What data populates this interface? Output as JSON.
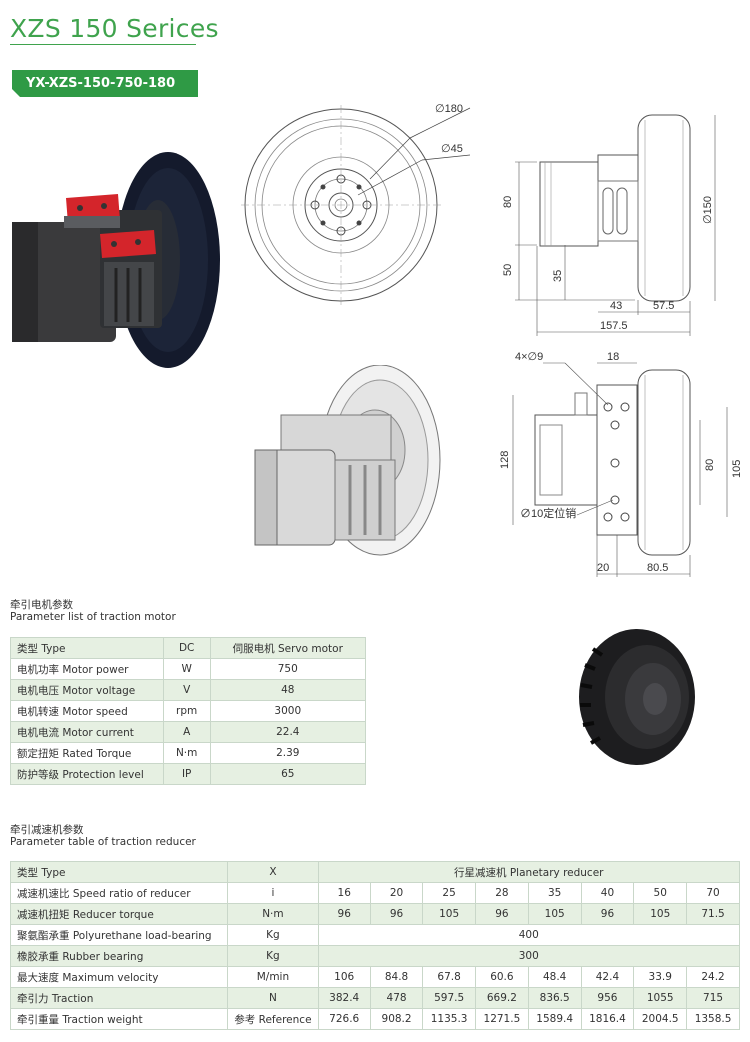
{
  "header": {
    "title": "XZS 150 Serices",
    "model": "YX-XZS-150-750-180"
  },
  "drawing": {
    "dia_180": "∅180",
    "dia_45": "∅45",
    "dia_150": "∅150",
    "d_80_a": "80",
    "d_50": "50",
    "d_35": "35",
    "d_43": "43",
    "d_57_5": "57.5",
    "d_157_5": "157.5",
    "holes": "4×∅9",
    "d_18": "18",
    "d_128": "128",
    "d_80_b": "80",
    "d_105": "105",
    "pin": "∅10定位销",
    "d_20": "20",
    "d_80_5": "80.5"
  },
  "motor": {
    "section_cn": "牵引电机参数",
    "section_en": "Parameter list of traction motor",
    "rows": [
      [
        "类型 Type",
        "DC",
        "伺服电机 Servo motor"
      ],
      [
        "电机功率 Motor power",
        "W",
        "750"
      ],
      [
        "电机电压 Motor voltage",
        "V",
        "48"
      ],
      [
        "电机转速 Motor speed",
        "rpm",
        "3000"
      ],
      [
        "电机电流 Motor current",
        "A",
        "22.4"
      ],
      [
        "额定扭矩 Rated Torque",
        "N·m",
        "2.39"
      ],
      [
        "防护等级 Protection level",
        "IP",
        "65"
      ]
    ]
  },
  "reducer": {
    "section_cn": "牵引减速机参数",
    "section_en": "Parameter table of traction reducer",
    "header": [
      "类型 Type",
      "X",
      "行星减速机 Planetary reducer"
    ],
    "rows": [
      {
        "label": "减速机速比 Speed ratio of reducer",
        "unit": "i",
        "values": [
          "16",
          "20",
          "25",
          "28",
          "35",
          "40",
          "50",
          "70"
        ]
      },
      {
        "label": "减速机扭矩 Reducer torque",
        "unit": "N·m",
        "values": [
          "96",
          "96",
          "105",
          "96",
          "105",
          "96",
          "105",
          "71.5"
        ]
      },
      {
        "label": "聚氨酯承重 Polyurethane load-bearing",
        "unit": "Kg",
        "span": "400"
      },
      {
        "label": "橡胶承重 Rubber bearing",
        "unit": "Kg",
        "span": "300"
      },
      {
        "label": "最大速度 Maximum velocity",
        "unit": "M/min",
        "values": [
          "106",
          "84.8",
          "67.8",
          "60.6",
          "48.4",
          "42.4",
          "33.9",
          "24.2"
        ]
      },
      {
        "label": "牵引力 Traction",
        "unit": "N",
        "values": [
          "382.4",
          "478",
          "597.5",
          "669.2",
          "836.5",
          "956",
          "1055",
          "715"
        ]
      },
      {
        "label": "牵引重量 Traction weight",
        "unit": "参考 Reference",
        "values": [
          "726.6",
          "908.2",
          "1135.3",
          "1271.5",
          "1589.4",
          "1816.4",
          "2004.5",
          "1358.5"
        ]
      }
    ]
  }
}
